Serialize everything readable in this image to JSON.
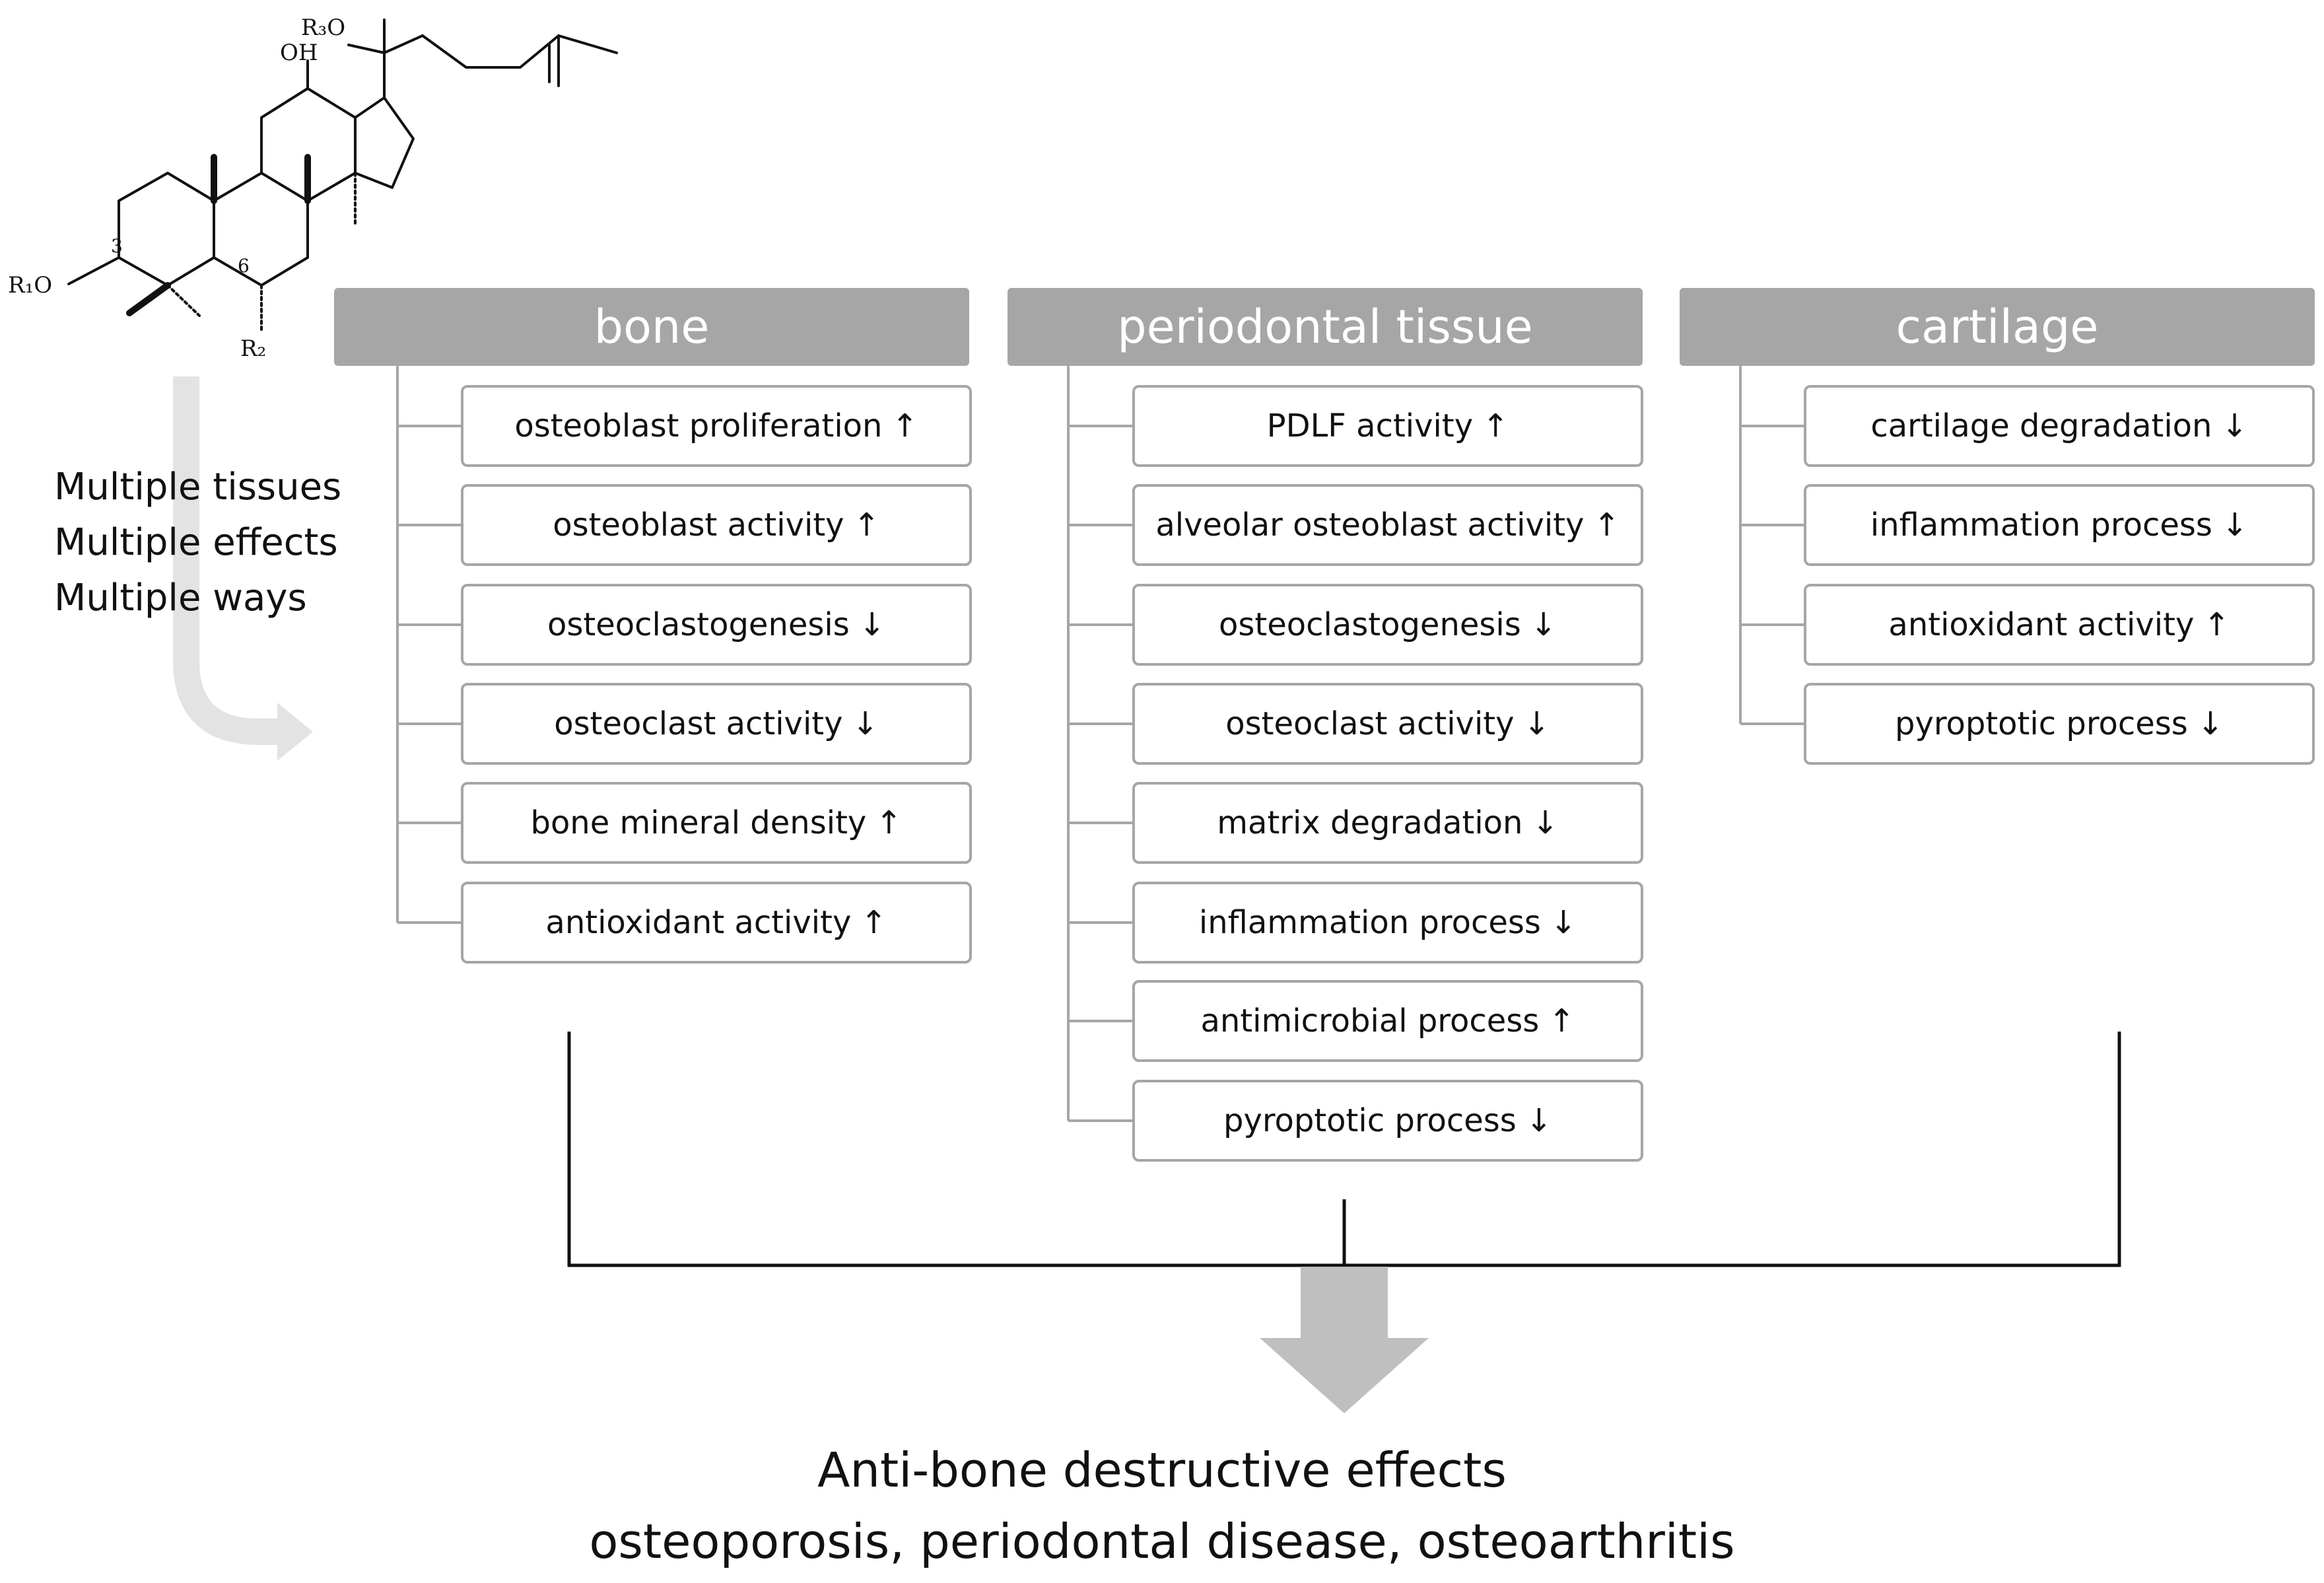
{
  "structure_labels": {
    "r3o": "R₃O",
    "oh": "OH",
    "r1o": "R₁O",
    "r2": "R₂",
    "c3": "3",
    "c6": "6"
  },
  "side_text": [
    "Multiple tissues",
    "Multiple effects",
    "Multiple ways"
  ],
  "columns": [
    {
      "title": "bone",
      "items": [
        {
          "label": "osteoblast proliferation",
          "arrow": "↑"
        },
        {
          "label": "osteoblast activity",
          "arrow": "↑"
        },
        {
          "label": "osteoclastogenesis",
          "arrow": "↓"
        },
        {
          "label": "osteoclast activity",
          "arrow": "↓"
        },
        {
          "label": "bone mineral density",
          "arrow": "↑"
        },
        {
          "label": "antioxidant activity",
          "arrow": "↑"
        }
      ]
    },
    {
      "title": "periodontal tissue",
      "items": [
        {
          "label": "PDLF activity",
          "arrow": "↑"
        },
        {
          "label": "alveolar osteoblast activity",
          "arrow": "↑"
        },
        {
          "label": "osteoclastogenesis",
          "arrow": "↓"
        },
        {
          "label": "osteoclast activity",
          "arrow": "↓"
        },
        {
          "label": "matrix degradation",
          "arrow": "↓"
        },
        {
          "label": "inflammation process",
          "arrow": "↓"
        },
        {
          "label": "antimicrobial process",
          "arrow": "↑"
        },
        {
          "label": "pyroptotic process",
          "arrow": "↓"
        }
      ]
    },
    {
      "title": "cartilage",
      "items": [
        {
          "label": "cartilage degradation",
          "arrow": "↓"
        },
        {
          "label": "inflammation process",
          "arrow": "↓"
        },
        {
          "label": "antioxidant activity",
          "arrow": "↑"
        },
        {
          "label": "pyroptotic process",
          "arrow": "↓"
        }
      ]
    }
  ],
  "conclusion": {
    "line1": "Anti-bone destructive effects",
    "line2": "osteoporosis, periodontal disease, osteoarthritis"
  },
  "colors": {
    "header_fill": "#a6a6a6",
    "box_border": "#a6a6a6",
    "connector": "#111111",
    "tree_line": "#a6a6a6",
    "big_arrow": "#bfbfbf",
    "curved_arrow": "#e3e3e3"
  }
}
